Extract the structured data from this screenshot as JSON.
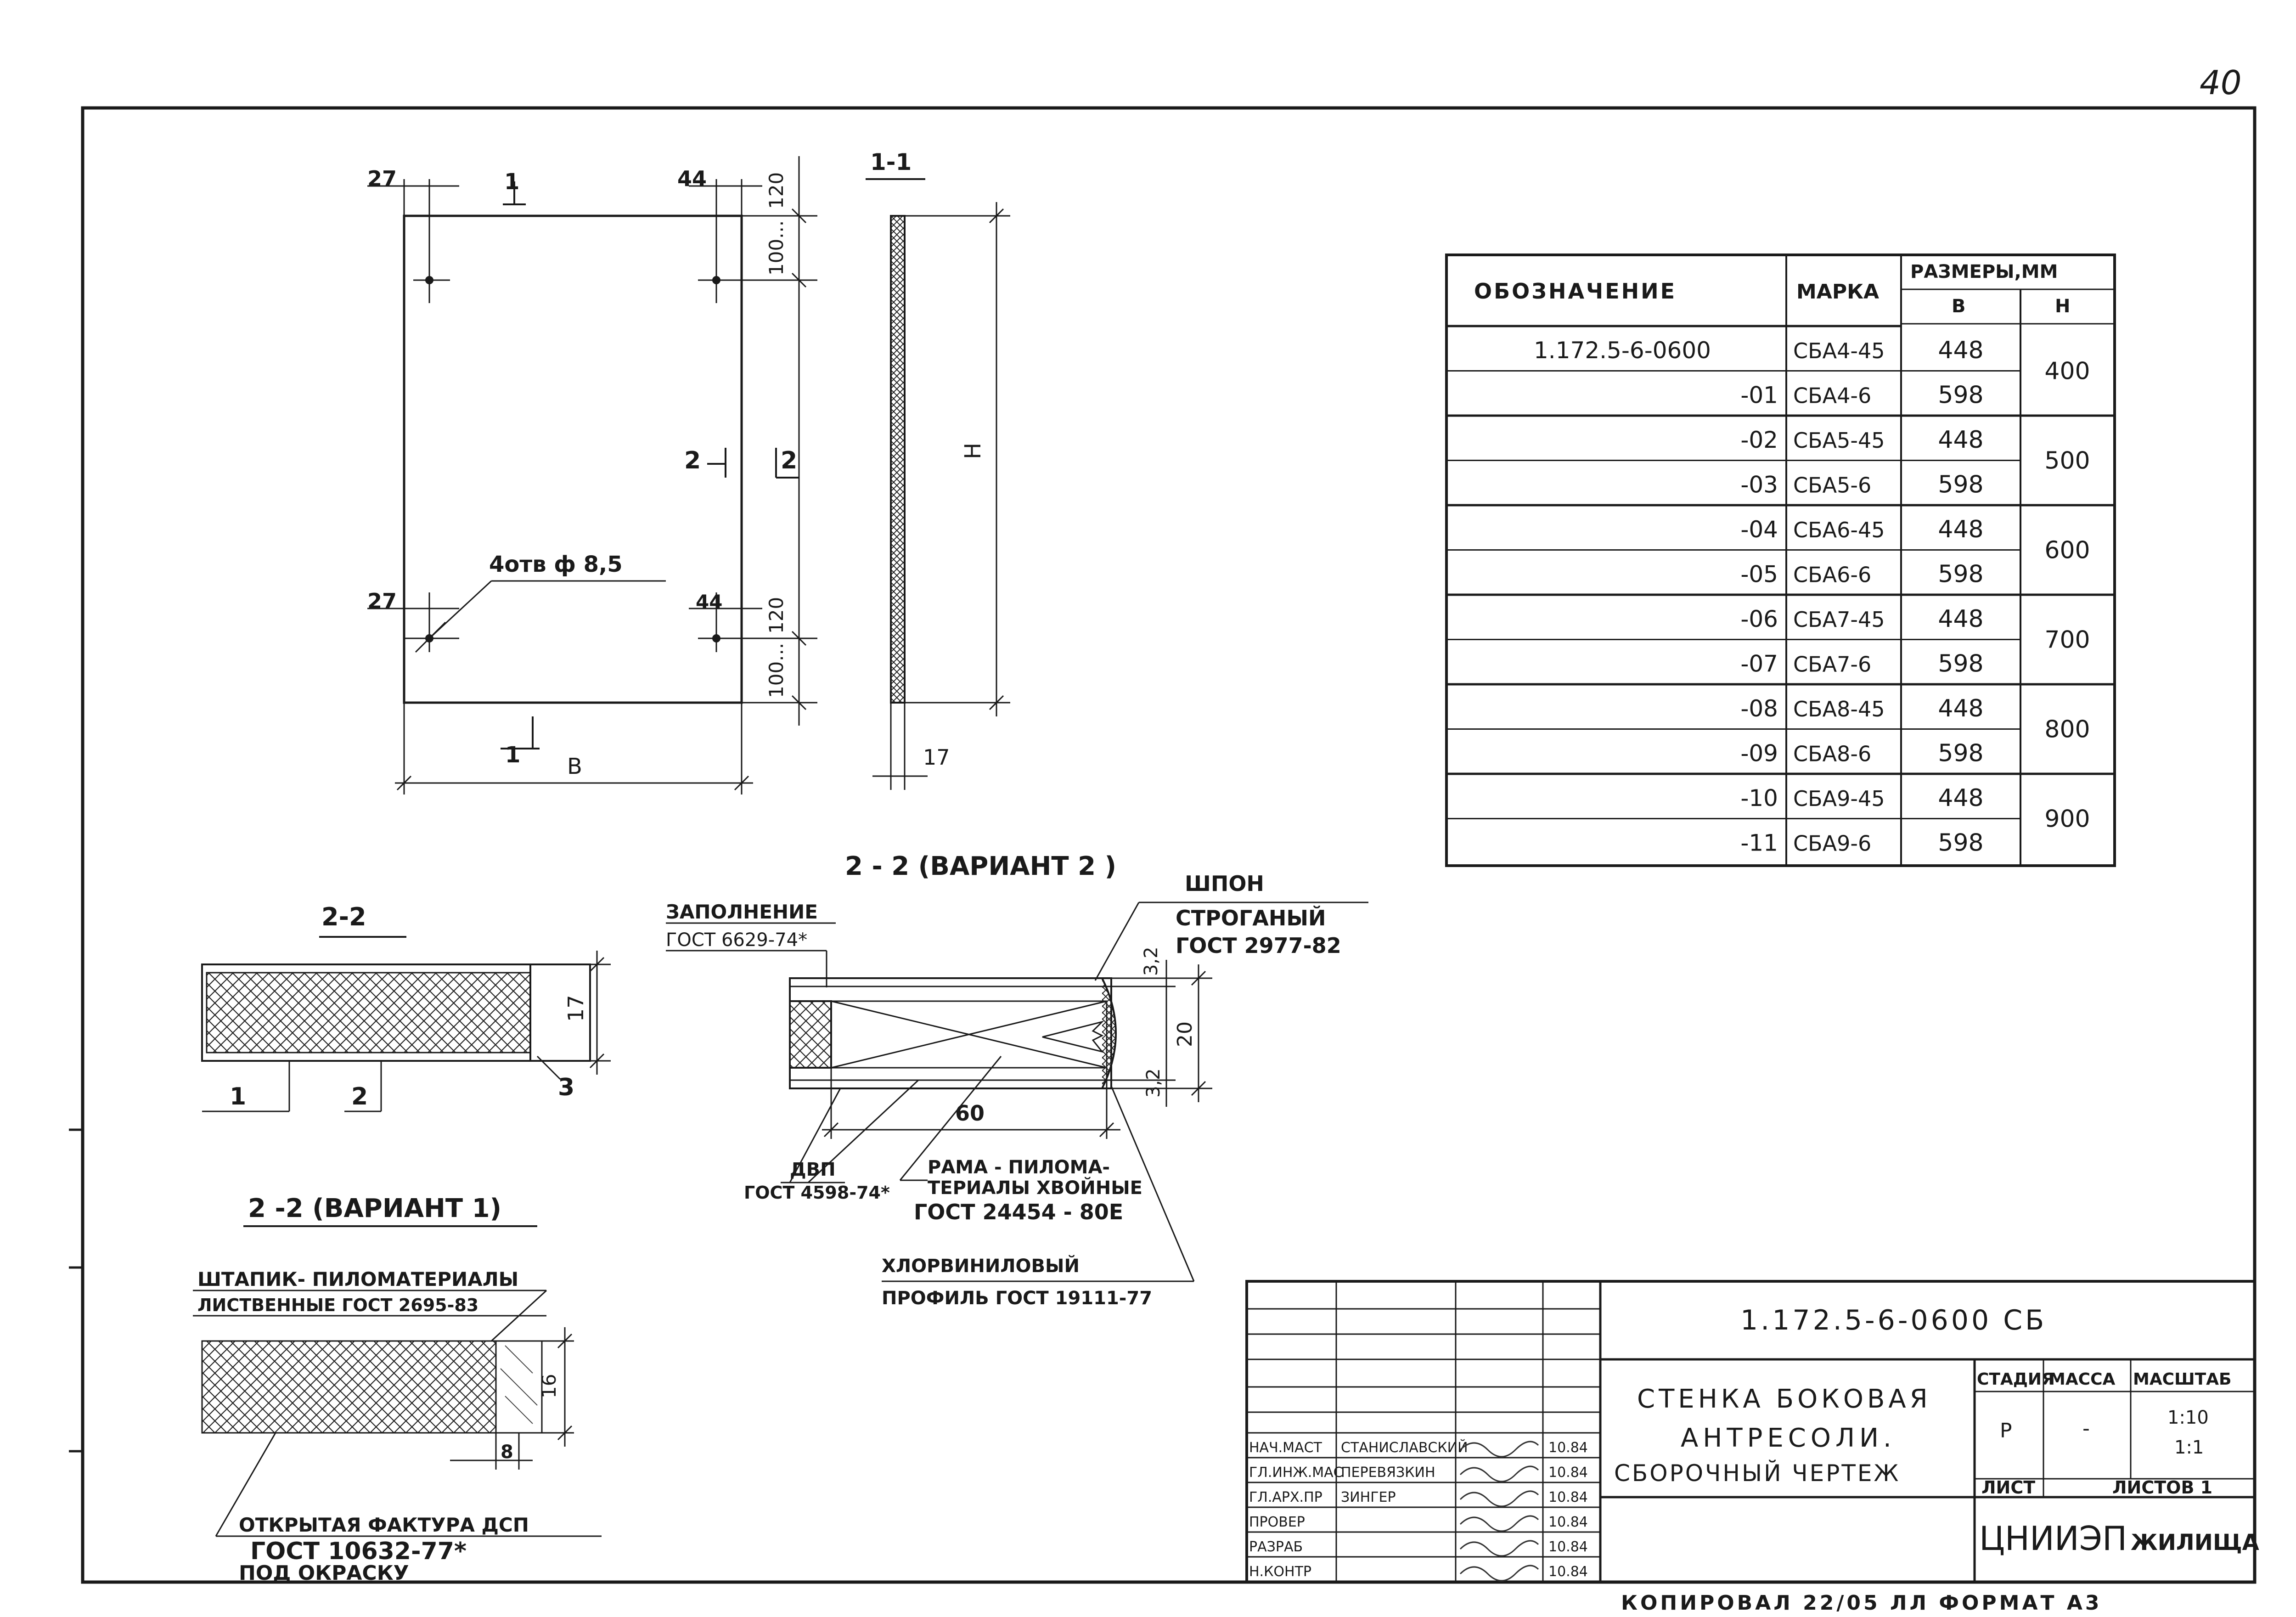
{
  "sheet": {
    "page_number": "40",
    "copy_note": "КОПИРОВАЛ 22/05 ЛЛ ФОРМАТ А3"
  },
  "front_view": {
    "dim_27_top": "27",
    "dim_44_top": "44",
    "dim_120_top": "120",
    "dim_100_top": "100...",
    "dim_27_bottom": "27",
    "dim_44_bottom": "44",
    "dim_120_bottom": "120",
    "dim_100_bottom": "100...",
    "holes_label": "4отв ф 8,5",
    "section_1_top": "1",
    "section_1_bottom": "1",
    "section_2_left": "2",
    "section_2_right": "2",
    "width_label": "В"
  },
  "section_1_1": {
    "title": "1-1",
    "height_label": "Н",
    "thickness": "17"
  },
  "section_2_2": {
    "title": "2-2",
    "thickness": "17",
    "callout_1": "1",
    "callout_2": "2",
    "callout_3": "3"
  },
  "section_variant_2": {
    "title": "2 - 2 (ВАРИАНТ 2 )",
    "fill_label": "ЗАПОЛНЕНИЕ",
    "fill_gost": "ГОСТ 6629-74*",
    "veneer_label": "ШПОН",
    "veneer_sub": "СТРОГАНЫЙ",
    "veneer_gost": "ГОСТ 2977-82",
    "dim_top": "3,2",
    "dim_total": "20",
    "dim_bottom": "3,2",
    "dim_60": "60",
    "dvp_label": "ДВП",
    "dvp_gost": "ГОСТ 4598-74*",
    "frame_label": "РАМА - ПИЛОМА-",
    "frame_sub": "ТЕРИАЛЫ ХВОЙНЫЕ",
    "frame_gost": "ГОСТ 24454 - 80Е",
    "pvc_label": "ХЛОРВИНИЛОВЫЙ",
    "pvc_gost": "ПРОФИЛЬ ГОСТ 19111-77"
  },
  "section_variant_1": {
    "title": "2 -2 (ВАРИАНТ 1)",
    "bead_label": "ШТАПИК- ПИЛОМАТЕРИАЛЫ",
    "bead_sub": "ЛИСТВЕННЫЕ ГОСТ 2695-83",
    "dim_16": "16",
    "dim_8": "8",
    "surface_label": "ОТКРЫТАЯ ФАКТУРА ДСП",
    "surface_gost": "ГОСТ 10632-77*",
    "surface_sub": "ПОД ОКРАСКУ"
  },
  "spec_table": {
    "headers": {
      "designation": "ОБОЗНАЧЕНИЕ",
      "mark": "МАРКА",
      "sizes": "РАЗМЕРЫ,ММ",
      "b": "В",
      "h": "Н"
    },
    "rows": [
      {
        "designation": "1.172.5-6-0600",
        "mark": "СБА4-45",
        "b": "448"
      },
      {
        "designation": "-01",
        "mark": "СБА4-6",
        "b": "598"
      },
      {
        "designation": "-02",
        "mark": "СБА5-45",
        "b": "448"
      },
      {
        "designation": "-03",
        "mark": "СБА5-6",
        "b": "598"
      },
      {
        "designation": "-04",
        "mark": "СБА6-45",
        "b": "448"
      },
      {
        "designation": "-05",
        "mark": "СБА6-6",
        "b": "598"
      },
      {
        "designation": "-06",
        "mark": "СБА7-45",
        "b": "448"
      },
      {
        "designation": "-07",
        "mark": "СБА7-6",
        "b": "598"
      },
      {
        "designation": "-08",
        "mark": "СБА8-45",
        "b": "448"
      },
      {
        "designation": "-09",
        "mark": "СБА8-6",
        "b": "598"
      },
      {
        "designation": "-10",
        "mark": "СБА9-45",
        "b": "448"
      },
      {
        "designation": "-11",
        "mark": "СБА9-6",
        "b": "598"
      }
    ],
    "h_values": [
      "400",
      "500",
      "600",
      "700",
      "800",
      "900"
    ]
  },
  "title_block": {
    "code": "1.172.5-6-0600 СБ",
    "name_line1": "СТЕНКА БОКОВАЯ",
    "name_line2": "АНТРЕСОЛИ.",
    "name_line3": "СБОРОЧНЫЙ ЧЕРТЕЖ",
    "stage_label": "СТАДИЯ",
    "mass_label": "МАССА",
    "scale_label": "МАСШТАБ",
    "stage": "Р",
    "mass": "-",
    "scale_1": "1:10",
    "scale_2": "1:1",
    "sheet_label": "ЛИСТ",
    "sheets_label": "ЛИСТОВ 1",
    "org_main": "ЦНИИЭП",
    "org_sub": "ЖИЛИЩА",
    "signatures": [
      {
        "role": "НАЧ.МАСТ",
        "name": "СТАНИСЛАВСКИЙ",
        "date": "10.84"
      },
      {
        "role": "ГЛ.ИНЖ.МАС",
        "name": "ПЕРЕВЯЗКИН",
        "date": "10.84"
      },
      {
        "role": "ГЛ.АРХ.ПР",
        "name": "ЗИНГЕР",
        "date": "10.84"
      },
      {
        "role": "ПРОВЕР",
        "name": "",
        "date": "10.84"
      },
      {
        "role": "РАЗРАБ",
        "name": "",
        "date": "10.84"
      },
      {
        "role": "Н.КОНТР",
        "name": "",
        "date": "10.84"
      }
    ]
  }
}
